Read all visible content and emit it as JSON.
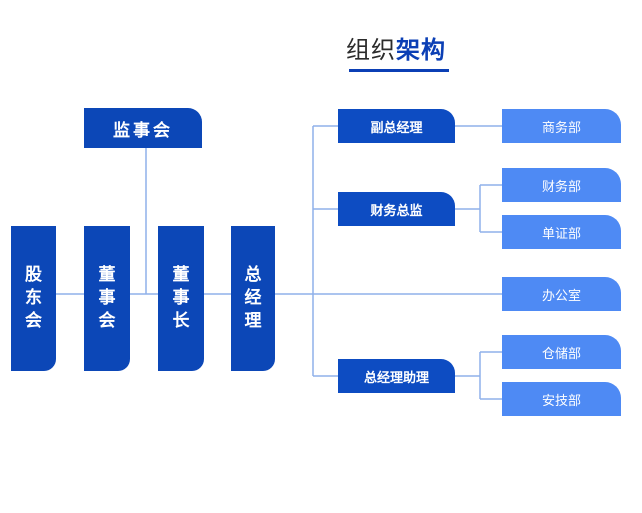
{
  "title": {
    "prefix": "组织",
    "highlight": "架构"
  },
  "colors": {
    "dark": "#0c47b7",
    "light": "#4e8af4",
    "line": "#8fb1ea",
    "title": "#0b3fb5"
  },
  "top_node": "监事会",
  "chain": [
    {
      "key": "shareholders",
      "chars": [
        "股",
        "东",
        "会"
      ]
    },
    {
      "key": "board",
      "chars": [
        "董",
        "事",
        "会"
      ]
    },
    {
      "key": "chairman",
      "chars": [
        "董",
        "事",
        "长"
      ]
    },
    {
      "key": "gm",
      "chars": [
        "总",
        "经",
        "理"
      ]
    }
  ],
  "departments": {
    "deputy_gm": {
      "label": "副总经理",
      "children": [
        "商务部"
      ]
    },
    "finance_director": {
      "label": "财务总监",
      "children": [
        "财务部",
        "单证部"
      ]
    },
    "office": "办公室",
    "gm_assistant": {
      "label": "总经理助理",
      "children": [
        "仓储部",
        "安技部"
      ]
    }
  }
}
